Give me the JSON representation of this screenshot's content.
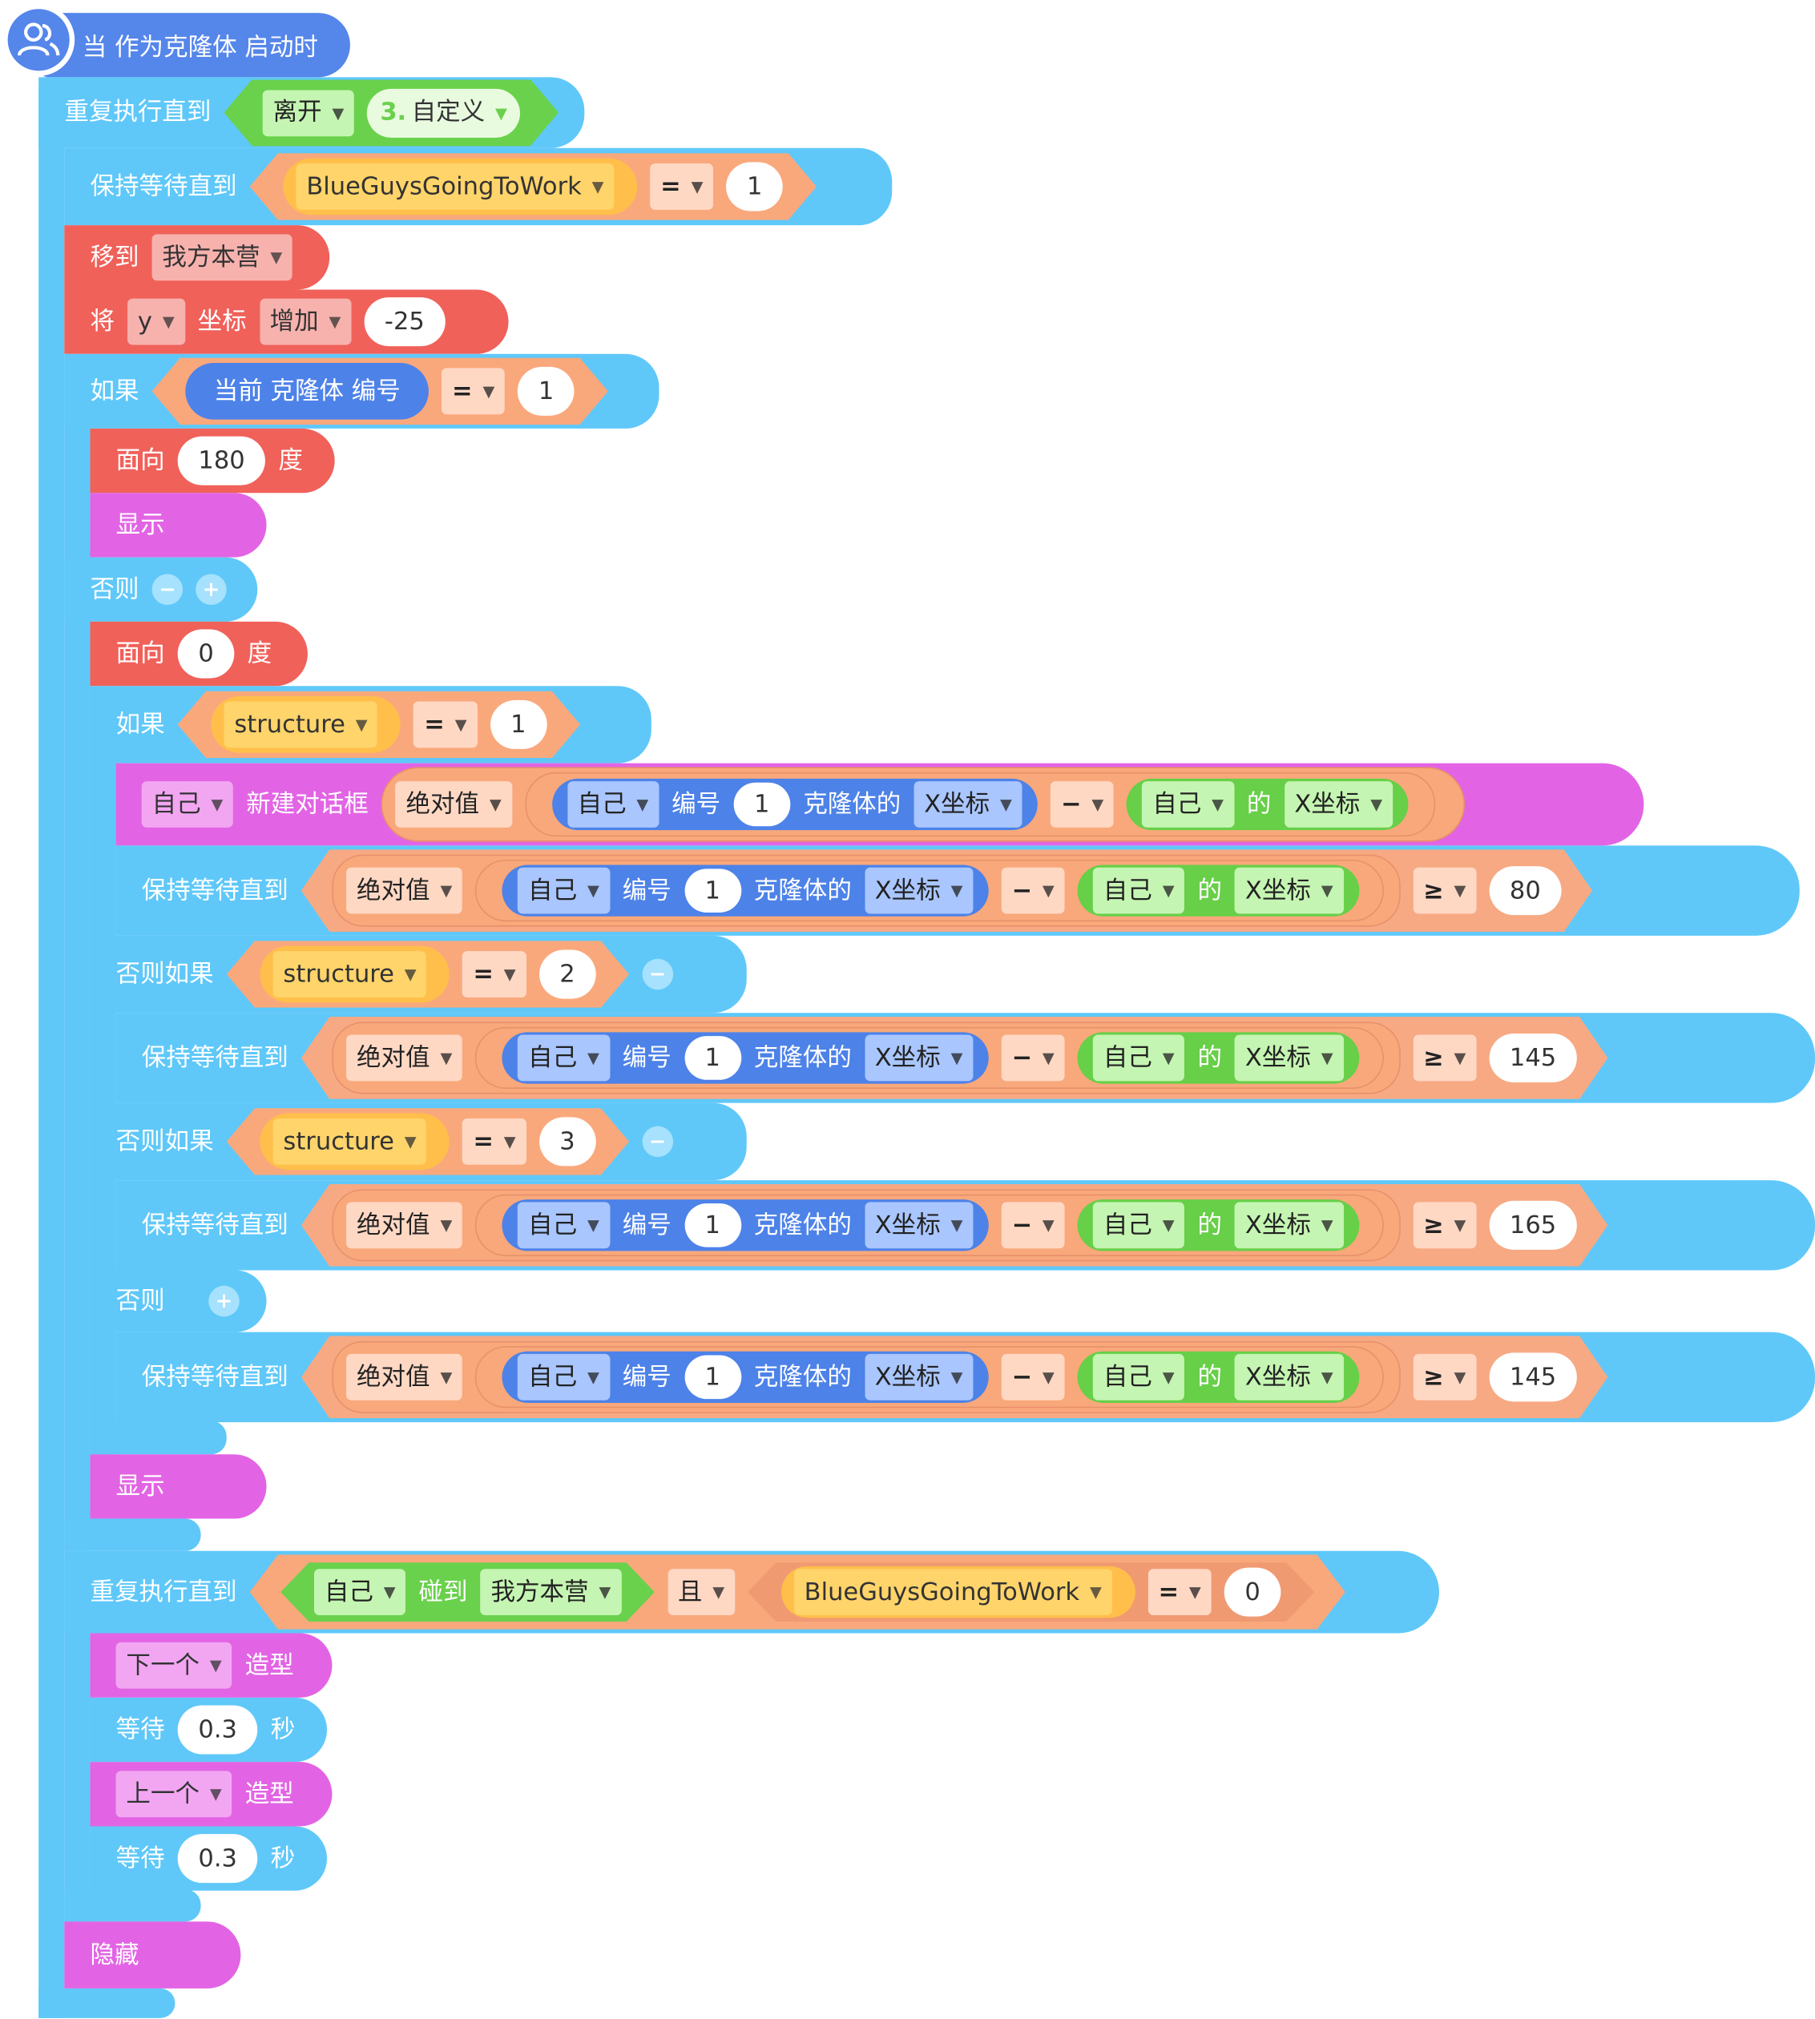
{
  "hat": {
    "label": "当 作为克隆体 启动时"
  },
  "loop1": {
    "label": "重复执行直到",
    "dd1": "离开",
    "dd2_num": "3.",
    "dd2_text": "自定义"
  },
  "wait1": {
    "label": "保持等待直到",
    "var": "BlueGuysGoingToWork",
    "op": "=",
    "value": "1"
  },
  "move": {
    "label": "移到",
    "target": "我方本营"
  },
  "change": {
    "prefix": "将",
    "axis": "y",
    "mid": "坐标",
    "mode": "增加",
    "value": "-25"
  },
  "if1": {
    "label": "如果",
    "reporter": "当前 克隆体 编号",
    "op": "=",
    "value": "1"
  },
  "face180": {
    "label": "面向",
    "value": "180",
    "unit": "度"
  },
  "show1": {
    "label": "显示"
  },
  "else1": {
    "label": "否则"
  },
  "face0": {
    "label": "面向",
    "value": "0",
    "unit": "度"
  },
  "if2": {
    "label": "如果",
    "var": "structure",
    "op": "=",
    "value": "1"
  },
  "dialog": {
    "self": "自己",
    "label": "新建对话框"
  },
  "expr": {
    "abs": "绝对值",
    "self": "自己",
    "num_label": "编号",
    "num": "1",
    "clone_of": "克隆体的",
    "prop": "X坐标",
    "minus": "−",
    "of": "的",
    "gte": "≥"
  },
  "waits": [
    {
      "label": "保持等待直到",
      "threshold": "80"
    },
    {
      "label": "保持等待直到",
      "threshold": "145"
    },
    {
      "label": "保持等待直到",
      "threshold": "165"
    },
    {
      "label": "保持等待直到",
      "threshold": "145"
    }
  ],
  "elseif": [
    {
      "label": "否则如果",
      "var": "structure",
      "op": "=",
      "value": "2"
    },
    {
      "label": "否则如果",
      "var": "structure",
      "op": "=",
      "value": "3"
    }
  ],
  "else2": {
    "label": "否则"
  },
  "show2": {
    "label": "显示"
  },
  "loop2": {
    "label": "重复执行直到",
    "self": "自己",
    "touch": "碰到",
    "target": "我方本营",
    "and": "且",
    "var": "BlueGuysGoingToWork",
    "op": "=",
    "value": "0"
  },
  "costume_next": {
    "choice": "下一个",
    "label": "造型"
  },
  "wait_a": {
    "label": "等待",
    "value": "0.3",
    "unit": "秒"
  },
  "costume_prev": {
    "choice": "上一个",
    "label": "造型"
  },
  "wait_b": {
    "label": "等待",
    "value": "0.3",
    "unit": "秒"
  },
  "hide": {
    "label": "隐藏"
  },
  "colors": {
    "control": "#5fc8f9",
    "motion": "#f0615a",
    "looks": "#e264e4",
    "event": "#5586ea",
    "operator": "#f9a87c",
    "sensing": "#6ad14c",
    "variable": "#ffbf4a"
  },
  "icons": {
    "hat": "clone-people-icon",
    "dropdown": "chevron-down-icon",
    "remove": "minus-circle-icon",
    "add": "plus-circle-icon"
  }
}
